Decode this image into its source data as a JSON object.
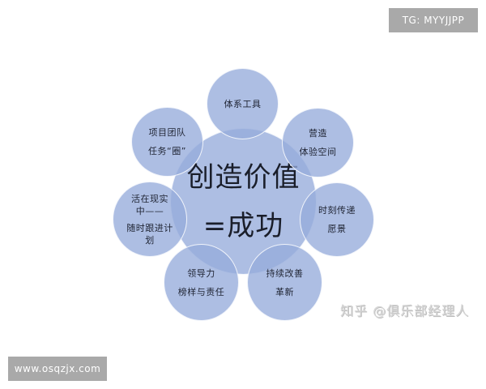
{
  "diagram": {
    "center": {
      "line1": "创造价值",
      "line2": "=成功"
    },
    "petals": [
      {
        "id": "system-tools",
        "lines": [
          "体系工具"
        ]
      },
      {
        "id": "create-experience",
        "lines": [
          "营造",
          "体验空间"
        ]
      },
      {
        "id": "convey-vision",
        "lines": [
          "时刻传递",
          "愿景"
        ]
      },
      {
        "id": "continuous-improvement",
        "lines": [
          "持续改善",
          "革新"
        ]
      },
      {
        "id": "leadership",
        "lines": [
          "领导力",
          "榜样与责任"
        ]
      },
      {
        "id": "live-in-reality",
        "lines": [
          "活在现实",
          "中——",
          "随时跟进计",
          "划"
        ]
      },
      {
        "id": "project-team",
        "lines": [
          "项目团队",
          "任务“圈”"
        ]
      }
    ],
    "colors": {
      "circle_fill": "#A9BADF",
      "overlap_fill": "#8399CF",
      "text": "#1F2433"
    }
  },
  "overlays": {
    "tg_badge": "TG: MYYJJPP",
    "site_badge": "www.osqzjx.com",
    "watermark": "知乎 @俱乐部经理人",
    "badge_color": "#A9A9A9"
  }
}
